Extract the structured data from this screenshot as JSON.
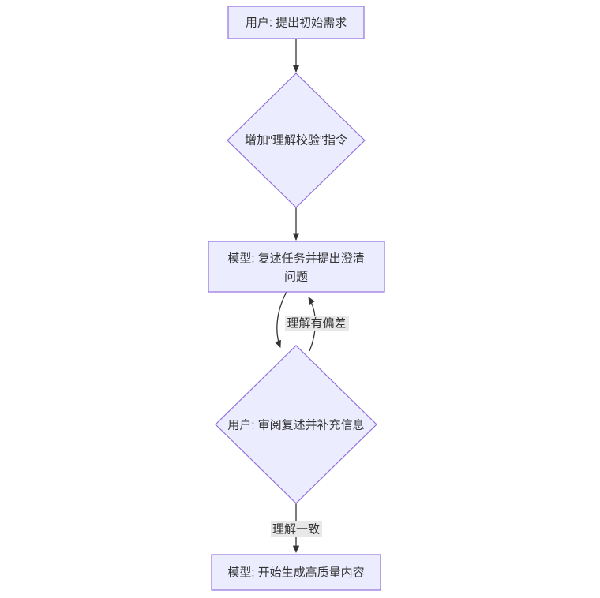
{
  "canvas": {
    "width": "760",
    "height": "758",
    "background": "#ffffff"
  },
  "colors": {
    "node_fill": "#ECECFF",
    "node_border": "#9370DB",
    "node_text": "#333333",
    "edge_line": "#333333",
    "edge_label_bg": "#e8e8e8",
    "edge_label_text": "#333333"
  },
  "nodes": {
    "user_request": {
      "type": "rectangle",
      "label": "用户: 提出初始需求"
    },
    "add_check_instruction": {
      "type": "diamond",
      "label": "增加“理解校验”指令"
    },
    "model_restate": {
      "type": "rectangle",
      "label_line1": "模型: 复述任务并提出澄清",
      "label_line2": "问题"
    },
    "user_review": {
      "type": "diamond",
      "label": "用户: 审阅复述并补充信息"
    },
    "model_generate": {
      "type": "rectangle",
      "label": "模型: 开始生成高质量内容"
    }
  },
  "edges": {
    "request_to_check": {
      "label": ""
    },
    "check_to_restate": {
      "label": ""
    },
    "restate_to_review": {
      "label": ""
    },
    "review_to_restate_back": {
      "label": "理解有偏差"
    },
    "review_to_generate": {
      "label": "理解一致"
    }
  }
}
